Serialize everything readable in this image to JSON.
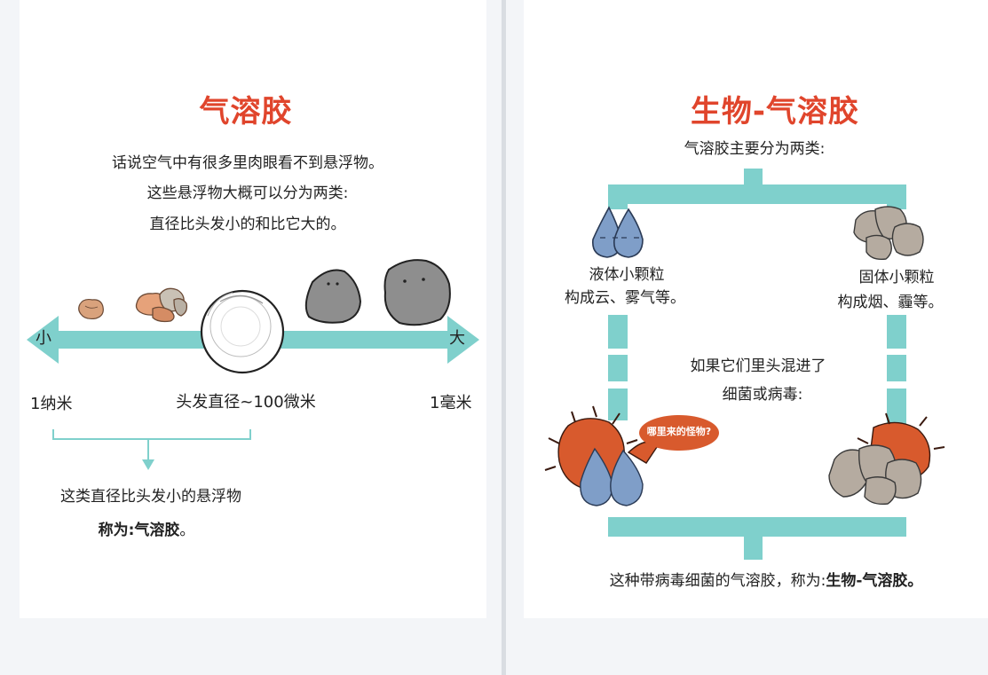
{
  "left": {
    "title": "气溶胶",
    "intro": [
      "话说空气中有很多里肉眼看不到悬浮物。",
      "这些悬浮物大概可以分为两类:",
      "直径比头发小的和比它大的。"
    ],
    "scale": {
      "small": "小",
      "large": "大",
      "min": "1纳米",
      "mid": "头发直径~100微米",
      "max": "1毫米"
    },
    "conclusion": {
      "line": "这类直径比头发小的悬浮物",
      "prefix": "称为:",
      "term": "气溶胶",
      "end": "。"
    }
  },
  "right": {
    "title": "生物-气溶胶",
    "intro": "气溶胶主要分为两类:",
    "liquid": [
      "液体小颗粒",
      "构成云、雾气等。"
    ],
    "solid": [
      "固体小颗粒",
      "构成烟、霾等。"
    ],
    "mix": [
      "如果它们里头混进了",
      "细菌或病毒:"
    ],
    "speech": "哪里来的怪物?",
    "footer": {
      "text": "这种带病毒细菌的气溶胶，称为:",
      "term": "生物-气溶胶。"
    }
  },
  "colors": {
    "accent": "#e0452c",
    "teal": "#7fd0cc",
    "virus": "#d85a2d",
    "droplet": "#7f9ec8",
    "rock": "#8e8e8e",
    "dust": "#b5aba0"
  }
}
